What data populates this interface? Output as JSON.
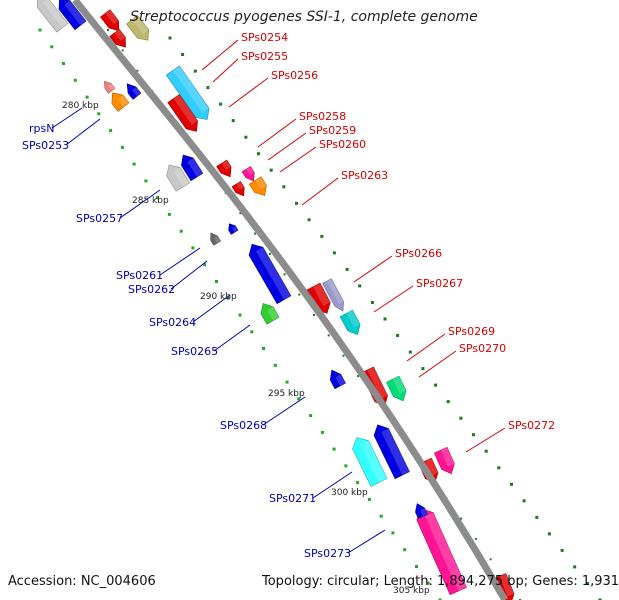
{
  "title": "Streptococcus pyogenes SSI-1, complete genome",
  "footer": {
    "accession": "Accession: NC_004606",
    "stats": "Topology: circular; Length: 1,894,275 bp; Genes: 1,931"
  },
  "colors": {
    "backbone": "#8c8c8c",
    "forward_label": "#d40000",
    "reverse_label": "#0000b0",
    "tick": "#1a7a1a",
    "gc_dot": "#22aa22"
  },
  "kbp_ticks": [
    "280 kbp",
    "285 kbp",
    "290 kbp",
    "295 kbp",
    "300 kbp",
    "305 kbp"
  ],
  "gene_labels": [
    {
      "id": "SPs0254",
      "strand": "forward"
    },
    {
      "id": "SPs0255",
      "strand": "forward"
    },
    {
      "id": "SPs0256",
      "strand": "forward"
    },
    {
      "id": "SPs0258",
      "strand": "forward"
    },
    {
      "id": "SPs0259",
      "strand": "forward"
    },
    {
      "id": "SPs0260",
      "strand": "forward"
    },
    {
      "id": "SPs0263",
      "strand": "forward"
    },
    {
      "id": "SPs0266",
      "strand": "forward"
    },
    {
      "id": "SPs0267",
      "strand": "forward"
    },
    {
      "id": "SPs0269",
      "strand": "forward"
    },
    {
      "id": "SPs0270",
      "strand": "forward"
    },
    {
      "id": "SPs0272",
      "strand": "forward"
    },
    {
      "id": "rpsN",
      "strand": "reverse"
    },
    {
      "id": "SPs0253",
      "strand": "reverse"
    },
    {
      "id": "SPs0257",
      "strand": "reverse"
    },
    {
      "id": "SPs0261",
      "strand": "reverse"
    },
    {
      "id": "SPs0262",
      "strand": "reverse"
    },
    {
      "id": "SPs0264",
      "strand": "reverse"
    },
    {
      "id": "SPs0265",
      "strand": "reverse"
    },
    {
      "id": "SPs0268",
      "strand": "reverse"
    },
    {
      "id": "SPs0271",
      "strand": "reverse"
    },
    {
      "id": "SPs0273",
      "strand": "reverse"
    }
  ],
  "gene_blocks": [
    {
      "strand": "reverse",
      "color": "#c8c8c8"
    },
    {
      "strand": "reverse",
      "color": "#0000e0"
    },
    {
      "strand": "forward",
      "color": "#e00000"
    },
    {
      "strand": "forward",
      "color": "#bdb76b"
    },
    {
      "strand": "forward",
      "color": "#e00000"
    },
    {
      "strand": "forward",
      "color": "#33ccff"
    },
    {
      "strand": "forward",
      "color": "#e00000"
    },
    {
      "strand": "reverse",
      "color": "#f08080"
    },
    {
      "strand": "reverse",
      "color": "#ff8c00"
    },
    {
      "strand": "reverse",
      "color": "#0000e0"
    },
    {
      "strand": "forward",
      "color": "#e00000"
    },
    {
      "strand": "forward",
      "color": "#ff1493"
    },
    {
      "strand": "forward",
      "color": "#ff8c00"
    },
    {
      "strand": "reverse",
      "color": "#c8c8c8"
    },
    {
      "strand": "reverse",
      "color": "#0000e0"
    },
    {
      "strand": "reverse",
      "color": "#666666"
    },
    {
      "strand": "reverse",
      "color": "#0000e0"
    },
    {
      "strand": "forward",
      "color": "#e00000"
    },
    {
      "strand": "reverse",
      "color": "#0000e0"
    },
    {
      "strand": "reverse",
      "color": "#33cc33"
    },
    {
      "strand": "forward",
      "color": "#e00000"
    },
    {
      "strand": "forward",
      "color": "#9999cc"
    },
    {
      "strand": "forward",
      "color": "#00cccc"
    },
    {
      "strand": "reverse",
      "color": "#0000e0"
    },
    {
      "strand": "forward",
      "color": "#e00000"
    },
    {
      "strand": "forward",
      "color": "#00dd77"
    },
    {
      "strand": "reverse",
      "color": "#33ffff"
    },
    {
      "strand": "reverse",
      "color": "#0000e0"
    },
    {
      "strand": "forward",
      "color": "#e00000"
    },
    {
      "strand": "forward",
      "color": "#ff1493"
    },
    {
      "strand": "reverse",
      "color": "#ff1493"
    },
    {
      "strand": "reverse",
      "color": "#0000e0"
    },
    {
      "strand": "forward",
      "color": "#e00000"
    }
  ]
}
